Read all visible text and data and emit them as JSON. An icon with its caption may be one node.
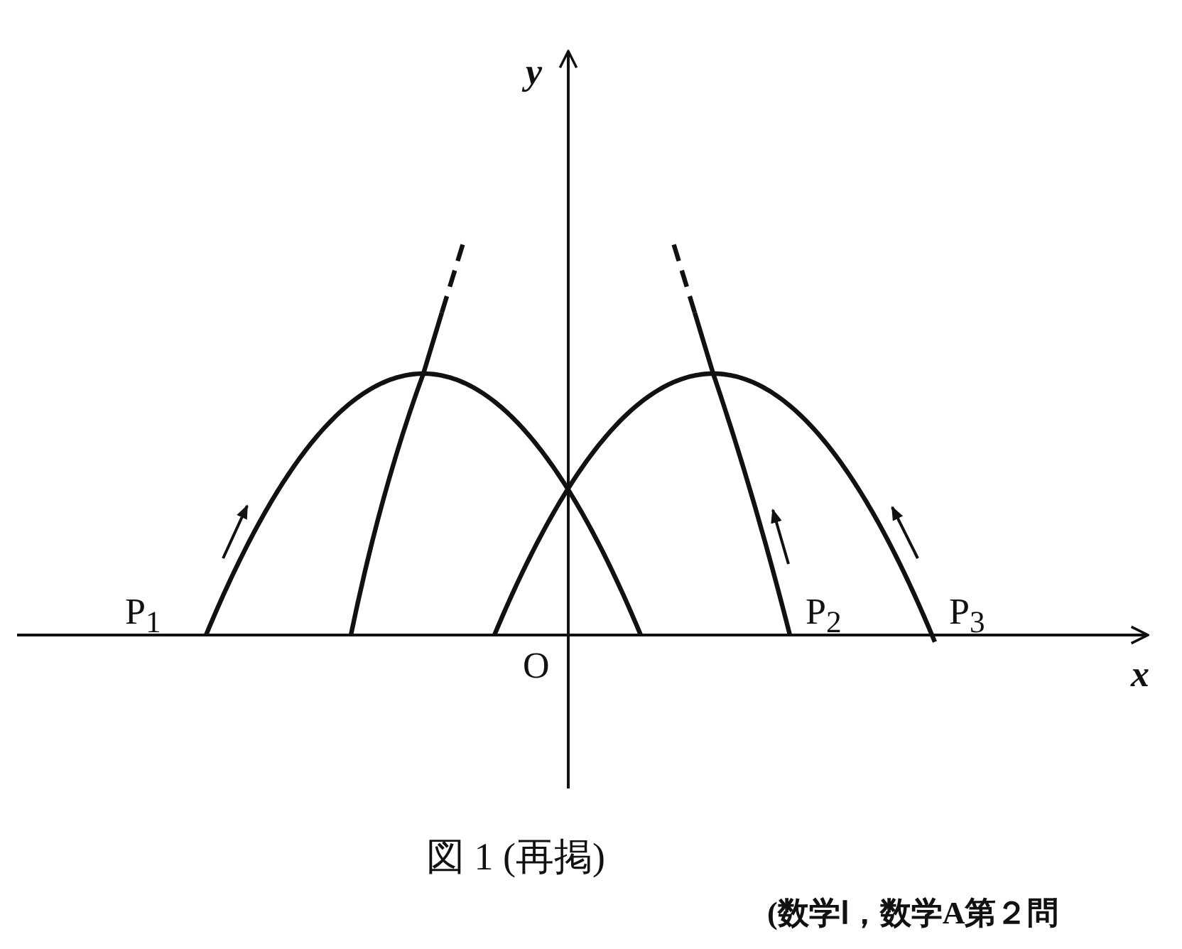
{
  "diagram": {
    "caption": "図 1 (再掲)",
    "labels": [
      "y",
      "P$_{1}$",
      "P$_{2}$",
      "P$_{3}$",
      "O",
      "x",
      "(数学Ⅰ，数学A第２問"
    ]
  }
}
